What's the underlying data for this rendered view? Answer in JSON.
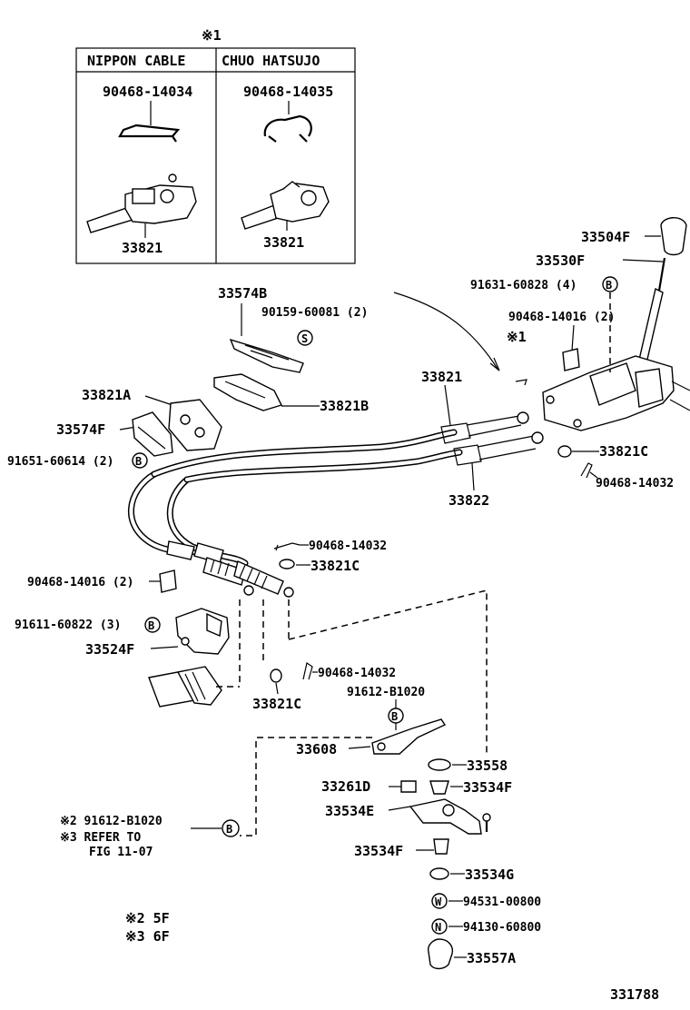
{
  "inset": {
    "marker": "※1",
    "col_left": "NIPPON CABLE",
    "col_right": "CHUO HATSUJO",
    "left_clip": "90468-14034",
    "right_clip": "90468-14035",
    "left_part": "33821",
    "right_part": "33821"
  },
  "labels": {
    "l33504F": "33504F",
    "l33530F": "33530F",
    "l91631": "91631-60828 (4)",
    "l90468_14016_top": "90468-14016 (2)",
    "l_marker1": "※1",
    "l33574B": "33574B",
    "l90159": "90159-60081 (2)",
    "l33821": "33821",
    "l33821A": "33821A",
    "l33821B": "33821B",
    "l33574F": "33574F",
    "l91651": "91651-60614 (2)",
    "l33821C_right": "33821C",
    "l90468_14032_right": "90468-14032",
    "l33822": "33822",
    "l90468_14032_mid": "90468-14032",
    "l33821C_mid": "33821C",
    "l90468_14016_left": "90468-14016 (2)",
    "l91611": "91611-60822 (3)",
    "l33524F": "33524F",
    "l90468_14032_low": "90468-14032",
    "l33821C_low": "33821C",
    "l91612_top": "91612-B1020",
    "l33608": "33608",
    "l33558": "33558",
    "l33261D": "33261D",
    "l33534F_a": "33534F",
    "l33534E": "33534E",
    "l33534F_b": "33534F",
    "l33534G": "33534G",
    "l94531": "94531-00800",
    "l94130": "94130-60800",
    "l33557A": "33557A",
    "note_line1": "※2  91612-B1020",
    "note_line2": "※3  REFER TO",
    "note_line3": "FIG 11-07",
    "legend_line1": "※2  5F",
    "legend_line2": "※3  6F",
    "fig_number": "331788"
  },
  "callouts": {
    "B": "B",
    "S": "S",
    "W": "W",
    "N": "N"
  }
}
